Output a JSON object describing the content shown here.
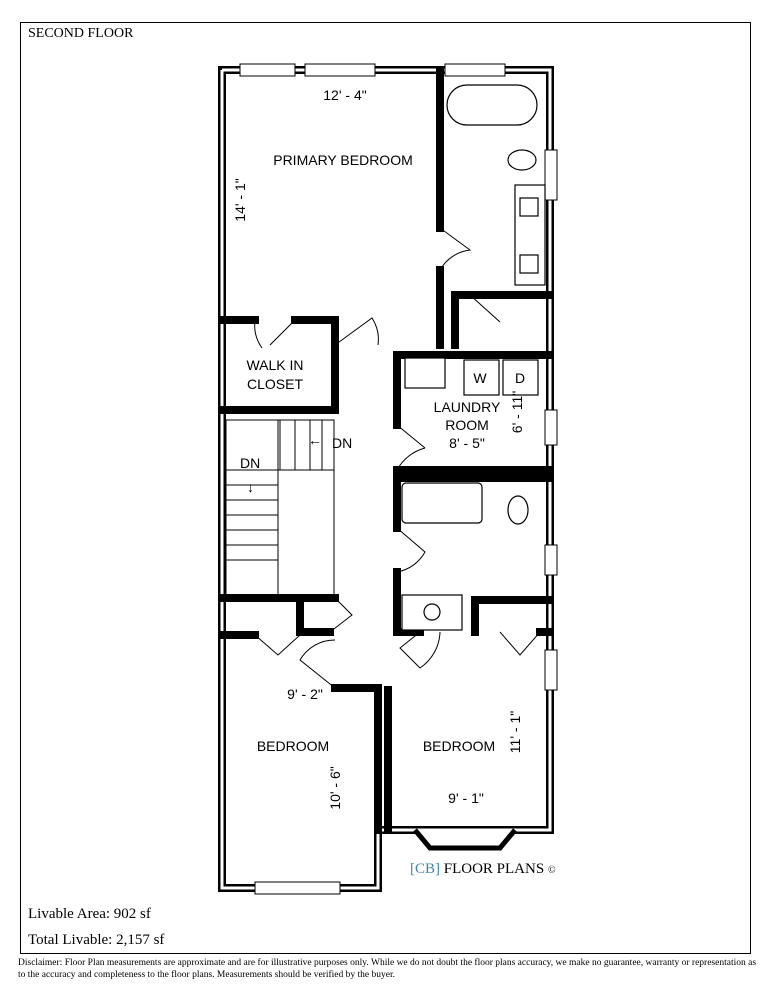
{
  "header": {
    "title": "SECOND FLOOR"
  },
  "rooms": {
    "primary_bedroom": {
      "name": "PRIMARY BEDROOM",
      "width": "12' - 4\"",
      "length": "14' - 1\""
    },
    "walk_in_closet": {
      "name_line1": "WALK IN",
      "name_line2": "CLOSET"
    },
    "laundry": {
      "name_line1": "LAUNDRY",
      "name_line2": "ROOM",
      "width": "8' - 5\"",
      "length": "6' - 11\"",
      "washer": "W",
      "dryer": "D"
    },
    "stairs": {
      "down_label_1": "DN",
      "down_label_2": "DN"
    },
    "bedroom_left": {
      "name": "BEDROOM",
      "width": "9' - 2\"",
      "length": "10' - 6\""
    },
    "bedroom_right": {
      "name": "BEDROOM",
      "width": "9' - 1\"",
      "length": "11' - 1\""
    }
  },
  "logo": {
    "brand": "[CB]",
    "text": "FLOOR PLANS",
    "mark": "©"
  },
  "areas": {
    "livable": "Livable Area: 902 sf",
    "total": "Total Livable: 2,157 sf"
  },
  "disclaimer": "Disclaimer: Floor Plan measurements are approximate and are for illustrative purposes only. While we do not doubt the floor plans accuracy, we make no guarantee, warranty or representation as to the accuracy and completeness to the floor plans. Measurements should be verified by the buyer."
}
